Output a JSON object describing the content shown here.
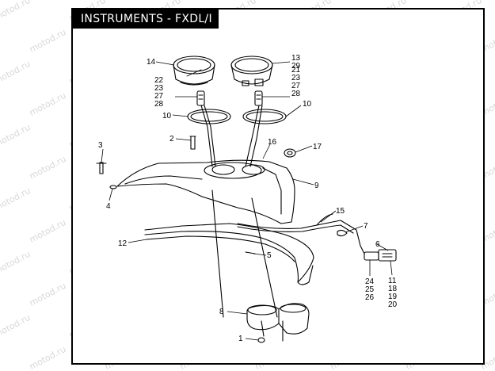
{
  "title": "INSTRUMENTS - FXDL/I",
  "watermark": "motod.ru",
  "callouts": {
    "c14": "14",
    "c13": "13",
    "c29": "29",
    "c22": "22",
    "c23a": "23",
    "c27a": "27",
    "c28a": "28",
    "c21": "21",
    "c23b": "23",
    "c27b": "27",
    "c28b": "28",
    "c10a": "10",
    "c10b": "10",
    "c2": "2",
    "c16": "16",
    "c17": "17",
    "c3": "3",
    "c4": "4",
    "c9": "9",
    "c15": "15",
    "c7": "7",
    "c6": "6",
    "c12": "12",
    "c5": "5",
    "c11": "11",
    "c18": "18",
    "c19": "19",
    "c20": "20",
    "c24": "24",
    "c25": "25",
    "c26": "26",
    "c8": "8",
    "c1": "1"
  }
}
